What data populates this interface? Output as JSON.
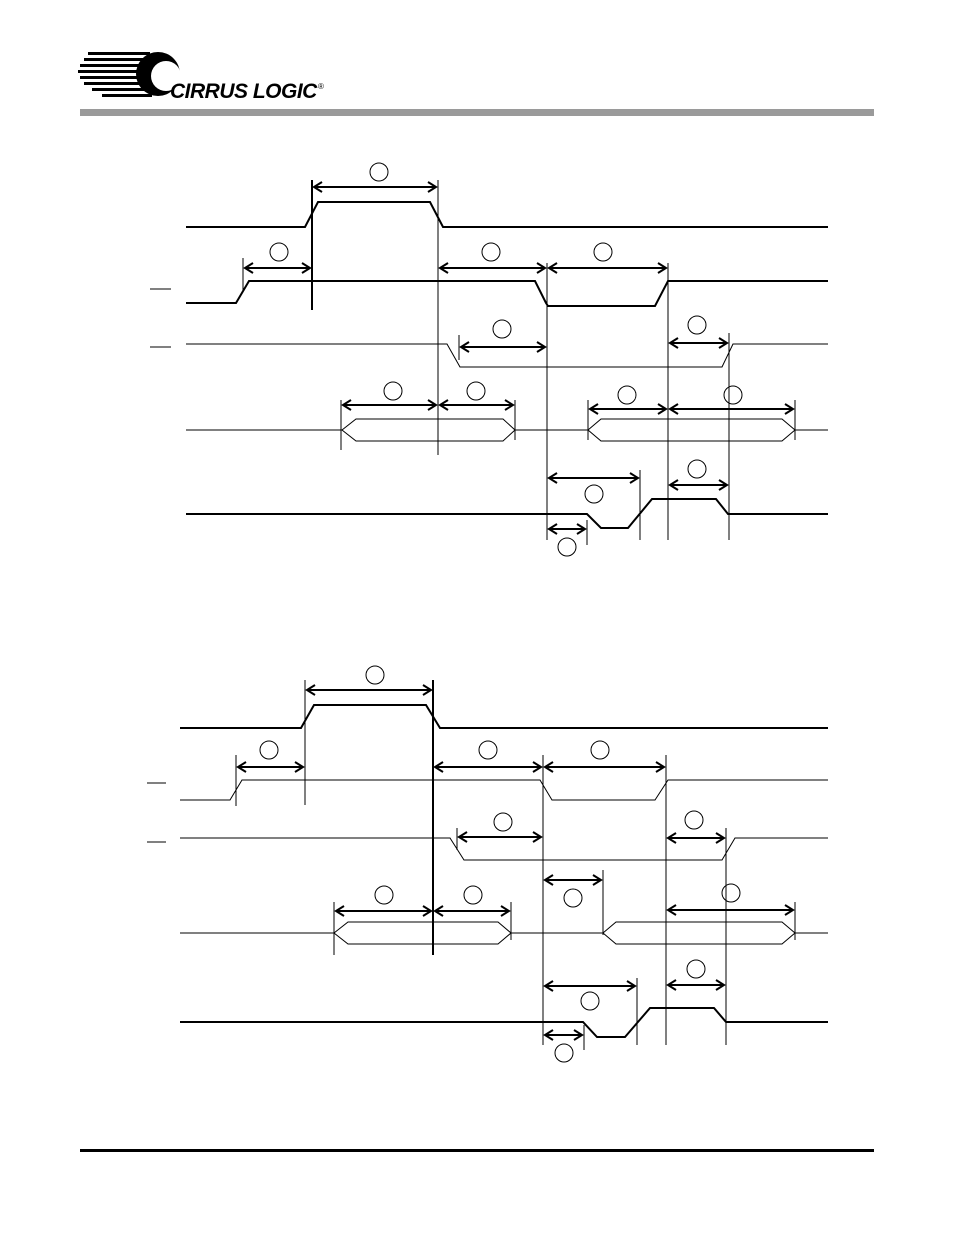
{
  "brand": {
    "logo_text": "CIRRUS LOGIC",
    "logo_mark": "®",
    "header_bar_color": "#9a9a9a"
  },
  "diagrams": [
    {
      "name": "timing-diagram-1",
      "signal_count": 5,
      "timing_markers": 12
    },
    {
      "name": "timing-diagram-2",
      "signal_count": 5,
      "timing_markers": 12
    }
  ]
}
